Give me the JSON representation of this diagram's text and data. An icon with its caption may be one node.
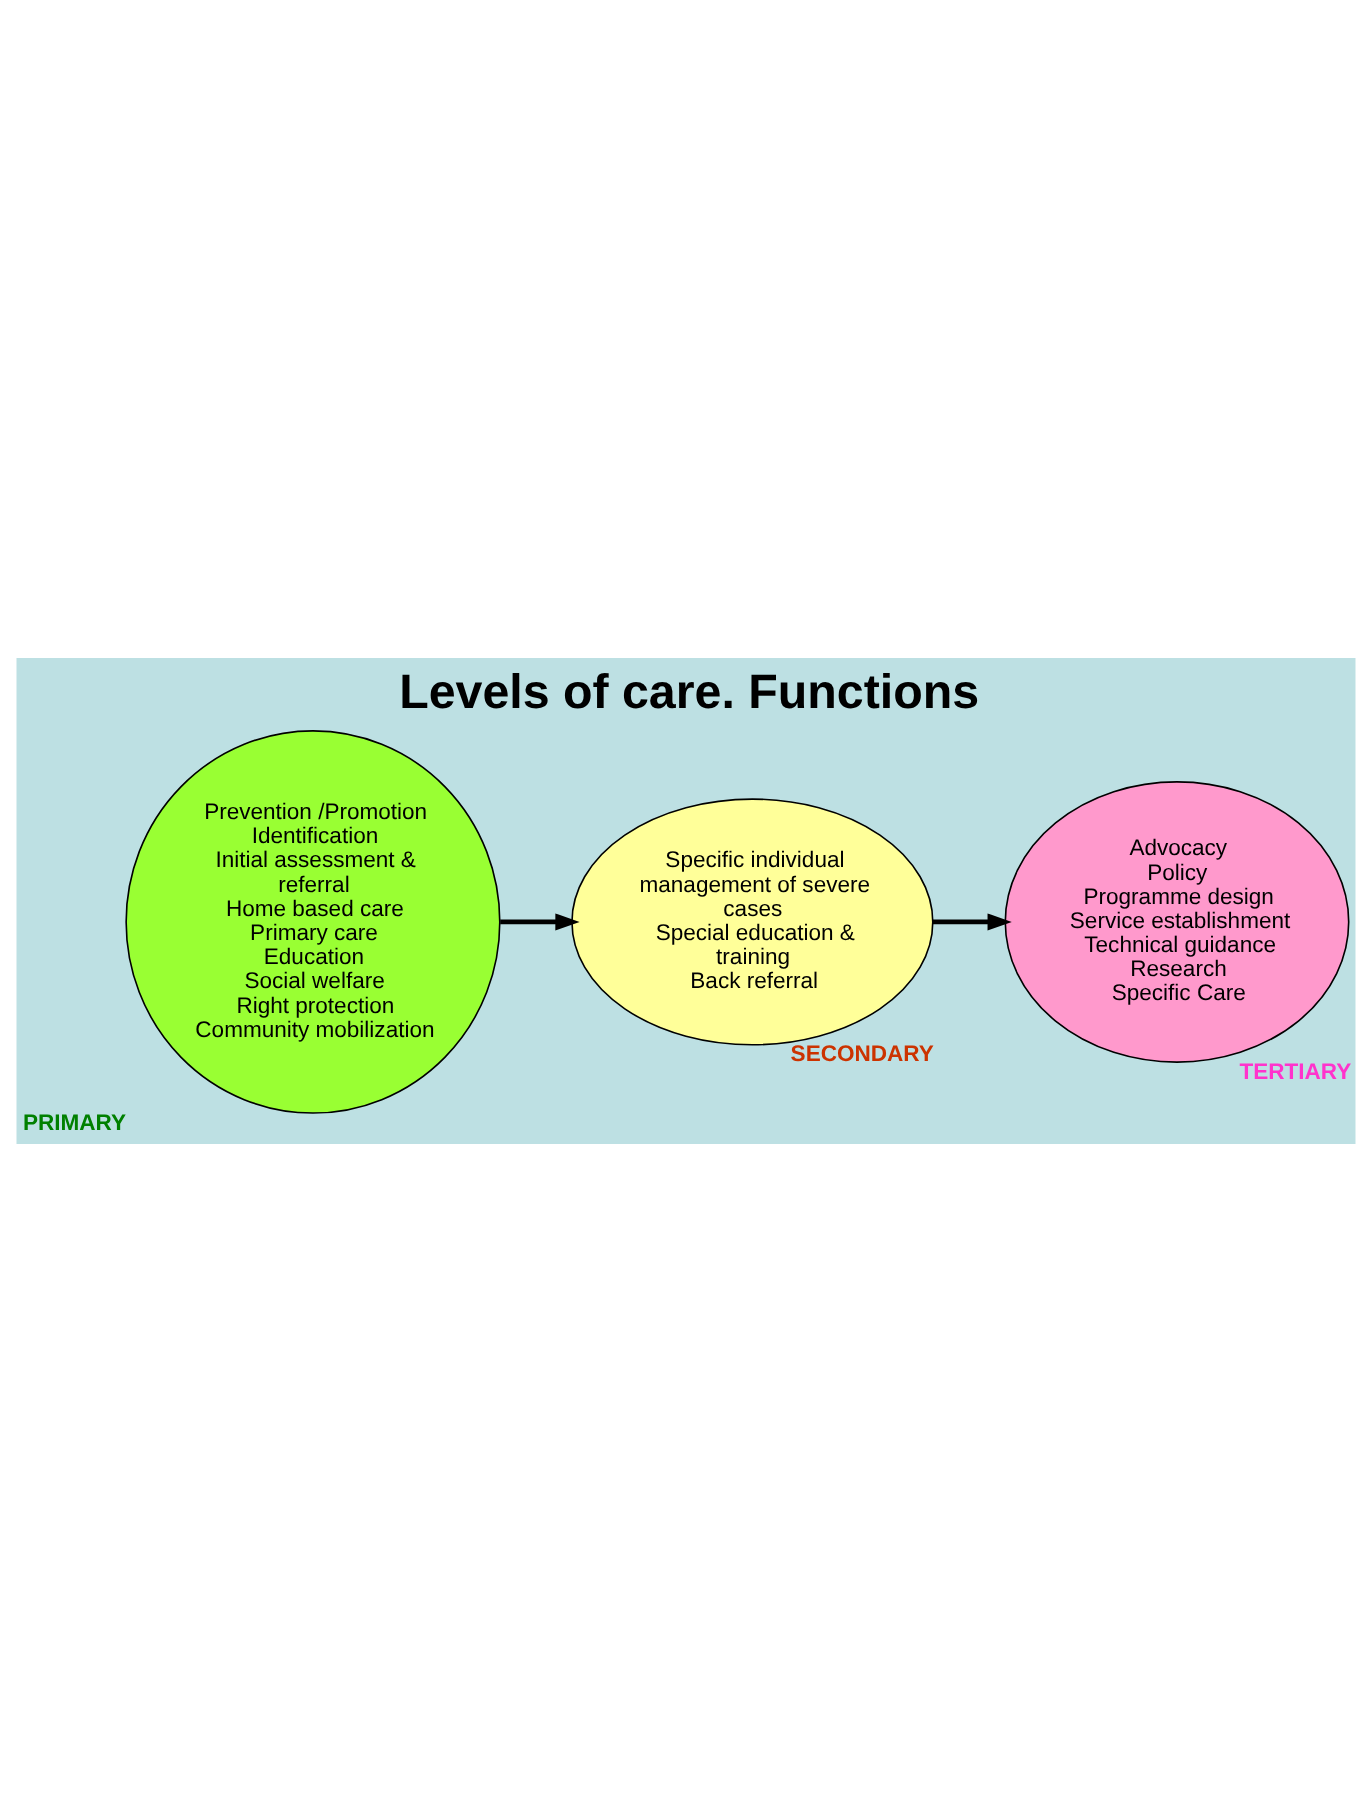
{
  "diagram": {
    "title": "Levels of care. Functions",
    "nodes": [
      {
        "text": [
          "Prevention /Promotion",
          "Identification",
          "Initial assessment & referral",
          "Home based care",
          "Primary care",
          "Education",
          "Social welfare",
          "Right protection",
          "Community mobilization"
        ],
        "beside": [
          "PRIMARY"
        ]
      },
      {
        "text": [
          "Specific individual management of severe cases",
          "Special education & training",
          "Back referral"
        ],
        "beside": [
          "SECONDARY"
        ]
      },
      {
        "text": [
          "Advocacy",
          "Policy",
          "Programme design",
          "Service establishment",
          "Technical guidance",
          "Research",
          "Specific Care"
        ],
        "beside": [
          "TERTIARY"
        ]
      }
    ],
    "edges": [
      {
        "from": 0,
        "to": 1,
        "arrow": "to"
      },
      {
        "from": 1,
        "to": 2,
        "arrow": "to"
      }
    ]
  }
}
